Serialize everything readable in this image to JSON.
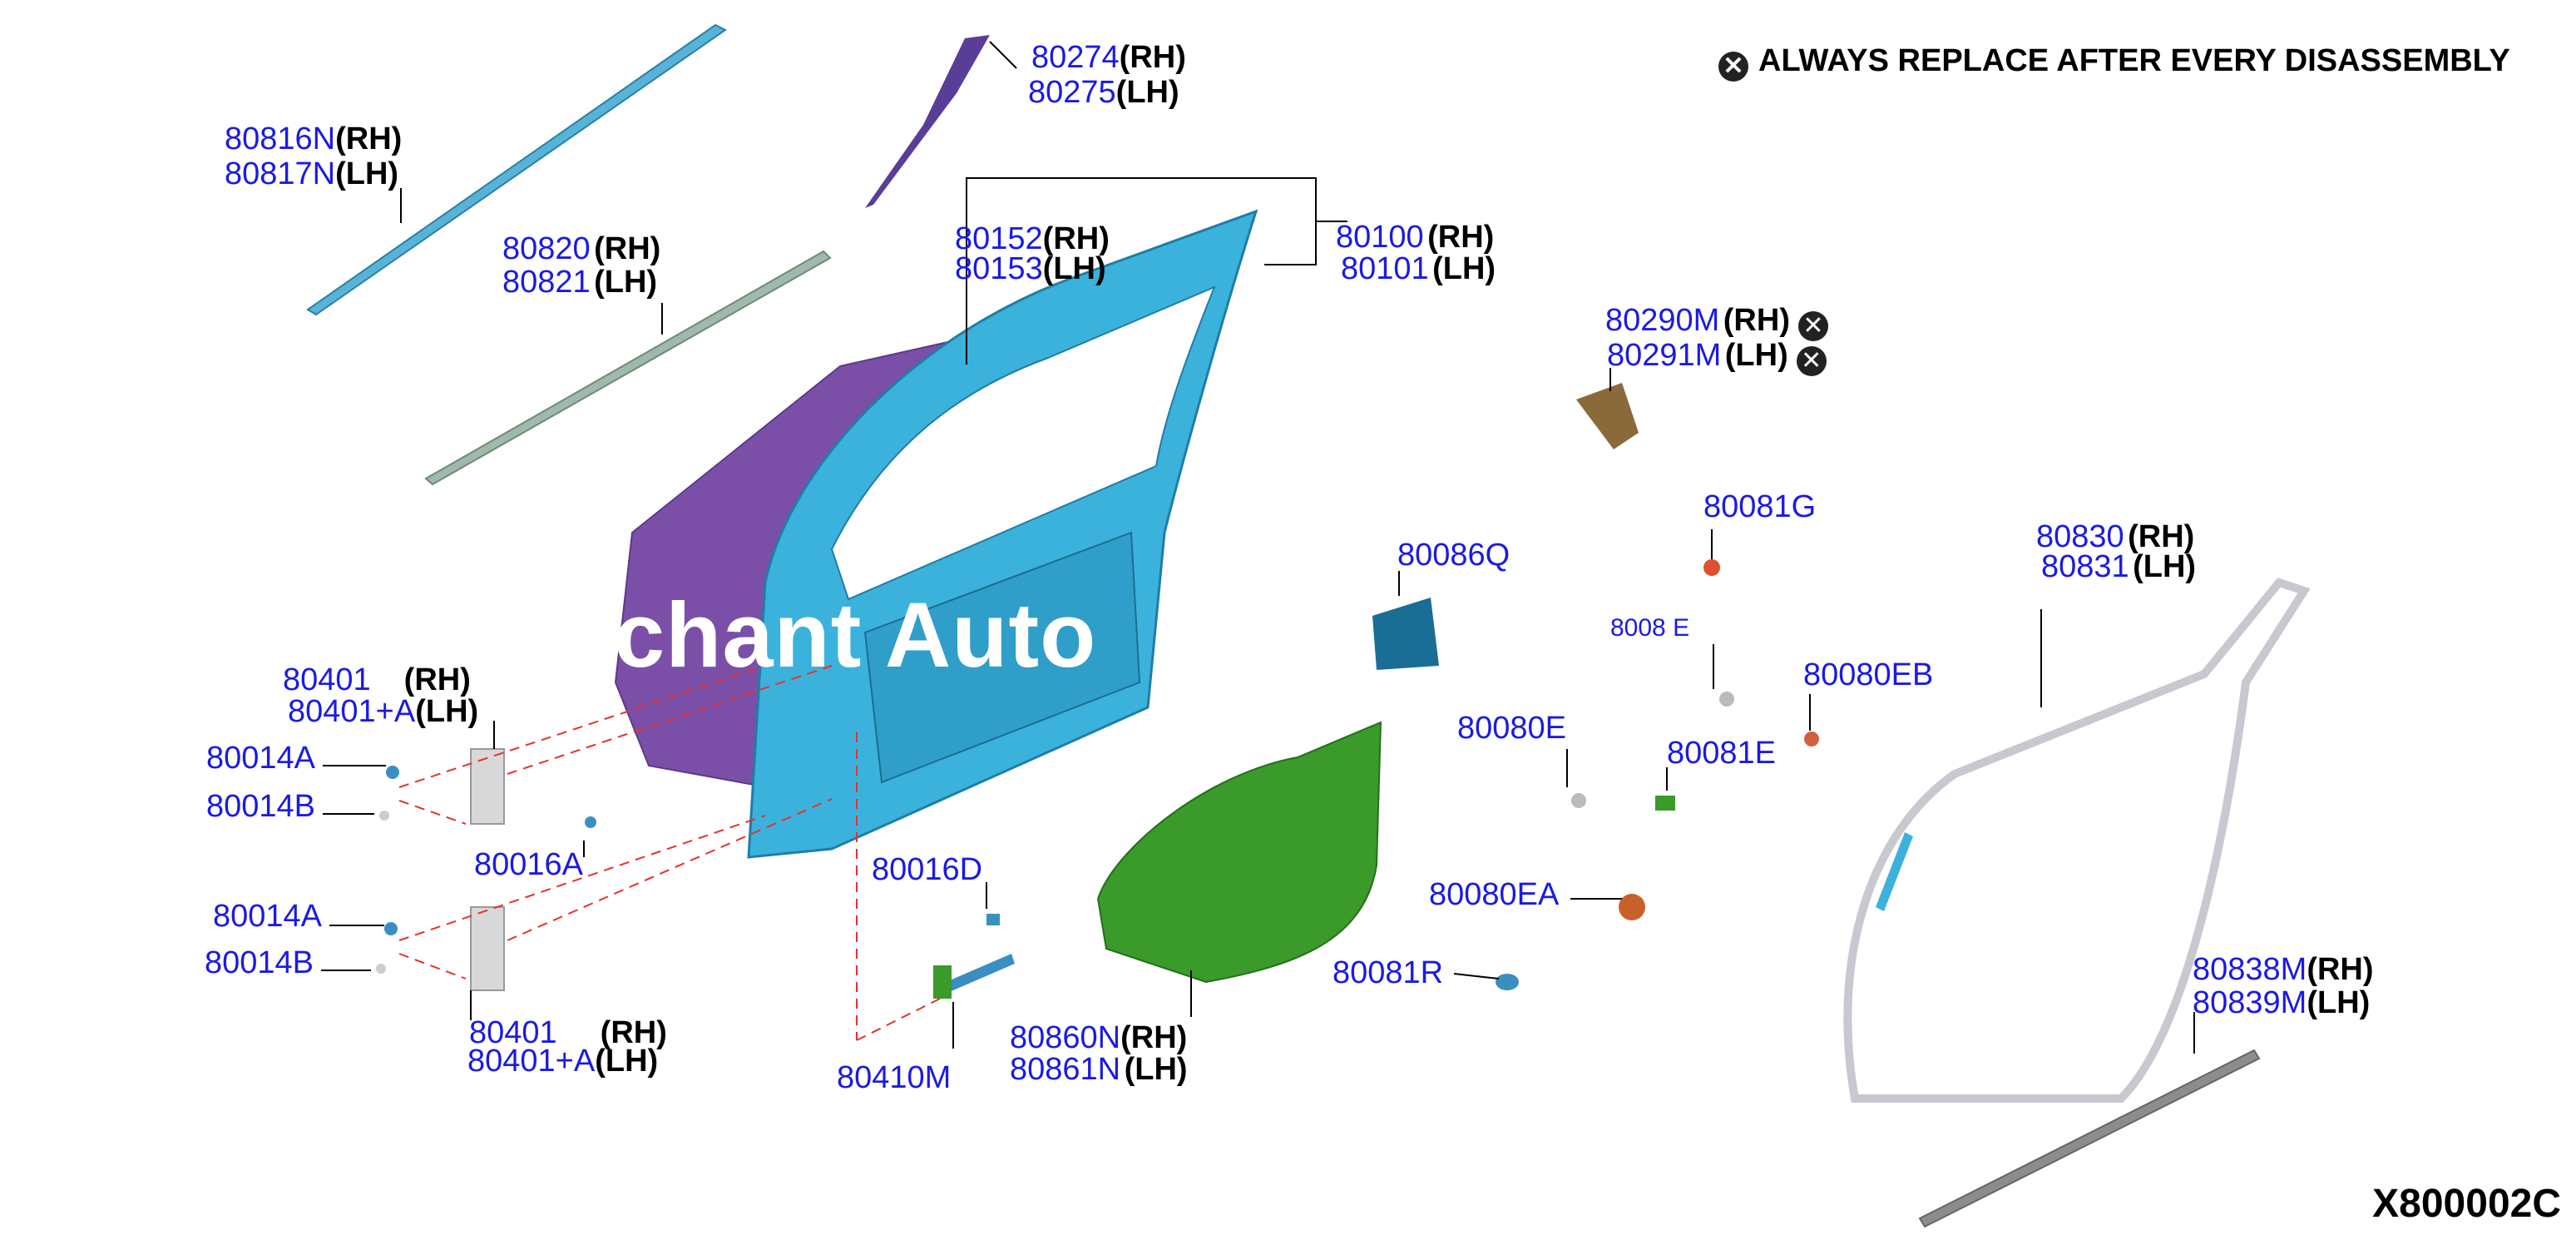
{
  "notice": {
    "icon": "x-circle-icon",
    "text": "ALWAYS REPLACE AFTER EVERY DISASSEMBLY"
  },
  "diagram_code": "X800002C",
  "watermark": "chant Auto",
  "colors": {
    "part_number": "#1a1ae6",
    "leader_line": "#000000",
    "dashed_line": "#e83030",
    "door_outer": "#7b4fa8",
    "door_inner": "#3bb2dc",
    "trim_board": "#3a9a2a"
  },
  "labels": {
    "l80816n": {
      "pn": "80816N",
      "side": "(RH)"
    },
    "l80817n": {
      "pn": "80817N",
      "side": "(LH)"
    },
    "l80274": {
      "pn": "80274",
      "side": "(RH)"
    },
    "l80275": {
      "pn": "80275",
      "side": "(LH)"
    },
    "l80820": {
      "pn": "80820",
      "side": "(RH)"
    },
    "l80821": {
      "pn": "80821",
      "side": "(LH)"
    },
    "l80152": {
      "pn": "80152",
      "side": "(RH)"
    },
    "l80153": {
      "pn": "80153",
      "side": "(LH)"
    },
    "l80100": {
      "pn": "80100",
      "side": "(RH)"
    },
    "l80101": {
      "pn": "80101",
      "side": "(LH)"
    },
    "l80290m": {
      "pn": "80290M",
      "side": "(RH)"
    },
    "l80291m": {
      "pn": "80291M",
      "side": "(LH)"
    },
    "l80081g": {
      "pn": "80081G"
    },
    "l80830": {
      "pn": "80830",
      "side": "(RH)"
    },
    "l80831": {
      "pn": "80831",
      "side": "(LH)"
    },
    "l80086q": {
      "pn": "80086Q"
    },
    "l80081e_top": {
      "pn": "8008 E"
    },
    "l80080eb": {
      "pn": "80080EB"
    },
    "l80080e": {
      "pn": "80080E"
    },
    "l80081e": {
      "pn": "80081E"
    },
    "l80401_top": {
      "pn": "80401",
      "side": "(RH)"
    },
    "l80401a_top": {
      "pn": "80401+A",
      "side": "(LH)"
    },
    "l80014a_top": {
      "pn": "80014A"
    },
    "l80014b_top": {
      "pn": "80014B"
    },
    "l80016a": {
      "pn": "80016A"
    },
    "l80016d": {
      "pn": "80016D"
    },
    "l80014a_bot": {
      "pn": "80014A"
    },
    "l80014b_bot": {
      "pn": "80014B"
    },
    "l80080ea": {
      "pn": "80080EA"
    },
    "l80081r": {
      "pn": "80081R"
    },
    "l80838m": {
      "pn": "80838M",
      "side": "(RH)"
    },
    "l80839m": {
      "pn": "80839M",
      "side": "(LH)"
    },
    "l80401_bot": {
      "pn": "80401",
      "side": "(RH)"
    },
    "l80401a_bot": {
      "pn": "80401+A",
      "side": "(LH)"
    },
    "l80860n": {
      "pn": "80860N",
      "side": "(RH)"
    },
    "l80861n": {
      "pn": "80861N",
      "side": "(LH)"
    },
    "l80410m": {
      "pn": "80410M"
    }
  }
}
